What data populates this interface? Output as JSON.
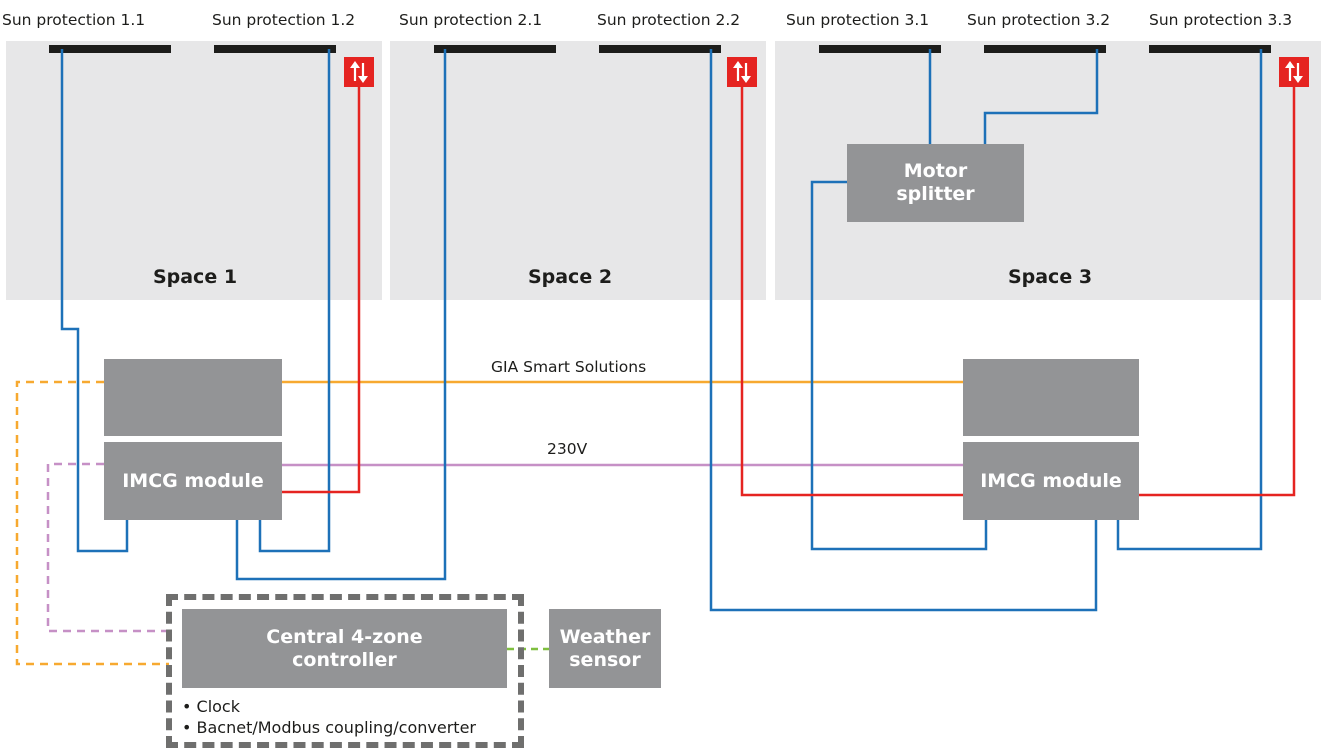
{
  "sun_protections": [
    {
      "id": "1.1",
      "label": "Sun protection 1.1"
    },
    {
      "id": "1.2",
      "label": "Sun protection 1.2"
    },
    {
      "id": "2.1",
      "label": "Sun protection 2.1"
    },
    {
      "id": "2.2",
      "label": "Sun protection 2.2"
    },
    {
      "id": "3.1",
      "label": "Sun protection 3.1"
    },
    {
      "id": "3.2",
      "label": "Sun protection 3.2"
    },
    {
      "id": "3.3",
      "label": "Sun protection 3.3"
    }
  ],
  "spaces": [
    {
      "label": "Space 1"
    },
    {
      "label": "Space 2"
    },
    {
      "label": "Space 3"
    }
  ],
  "motor_splitter": {
    "line1": "Motor",
    "line2": "splitter"
  },
  "modules": [
    {
      "label": "IMCG module"
    },
    {
      "label": "IMCG module"
    }
  ],
  "buses": {
    "data": "GIA Smart Solutions",
    "power": "230V"
  },
  "controller": {
    "line1": "Central 4-zone",
    "line2": "controller",
    "features": [
      "• Clock",
      "• Bacnet/Modbus coupling/converter"
    ]
  },
  "weather_sensor": {
    "line1": "Weather",
    "line2": "sensor"
  },
  "colors": {
    "zone": "#e7e7e8",
    "box": "#939496",
    "motor_wire": "#1d71b8",
    "actuator_wire": "#e52421",
    "data_bus": "#f7a930",
    "power_bus": "#c690c6",
    "sensor_link": "#7fbf3f",
    "frame": "#6f6f6e"
  },
  "icons": {
    "direction": "up-down-arrows-icon"
  }
}
